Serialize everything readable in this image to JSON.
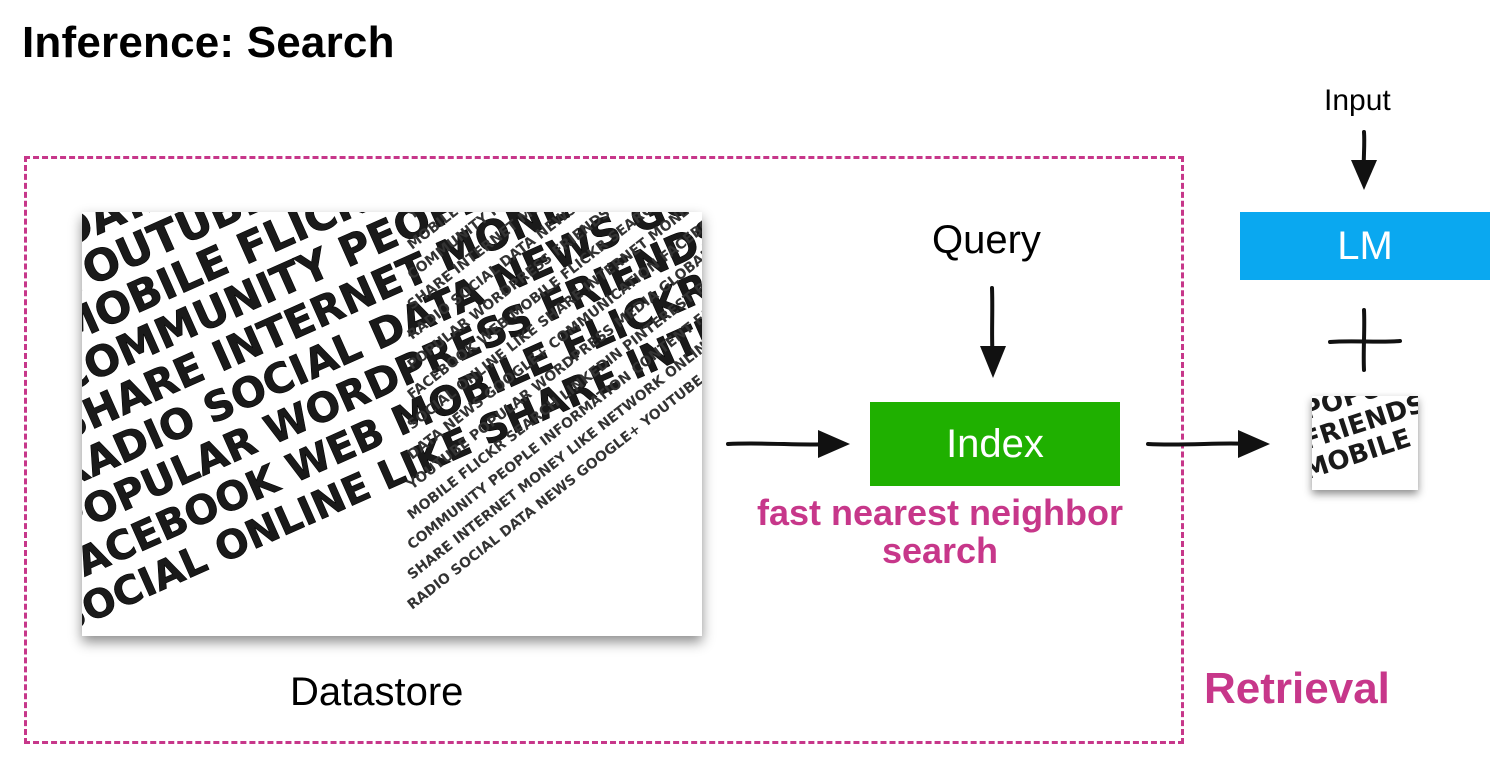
{
  "title": "Inference: Search",
  "diagram": {
    "datastore_label": "Datastore",
    "query_label": "Query",
    "index_label": "Index",
    "search_caption_line1": "fast nearest neighbor",
    "search_caption_line2": "search",
    "input_label": "Input",
    "lm_label": "LM",
    "retrieval_label": "Retrieval"
  },
  "colors": {
    "retrieval_accent": "#c7378a",
    "index_box": "#1fb000",
    "lm_box": "#0aa8f0"
  },
  "word_cloud": {
    "rows": [
      "DATA NEWS GOOGLE+ COMMUNICATION FACEBOOK WEB",
      "YOUTUBE POPULAR WORDPRESS MEDIA GLOBAL FRIENDS",
      "MOBILE FLICKR SEARCH LINKEDIN PINTEREST",
      "COMMUNITY PEOPLE INFORMATION CONTENT",
      "SHARE INTERNET MONEY LIKE NETWORK ONLINE",
      "RADIO SOCIAL DATA NEWS GOOGLE+ YOUTUBE",
      "POPULAR WORDPRESS FRIENDS MEDIA GLOBAL",
      "FACEBOOK WEB MOBILE FLICKR SEARCH PEOPLE",
      "SOCIAL ONLINE LIKE SHARE INTERNET MONEY"
    ],
    "thumb_rows": [
      "POPULAR",
      "FRIENDS",
      "MOBILE"
    ]
  }
}
